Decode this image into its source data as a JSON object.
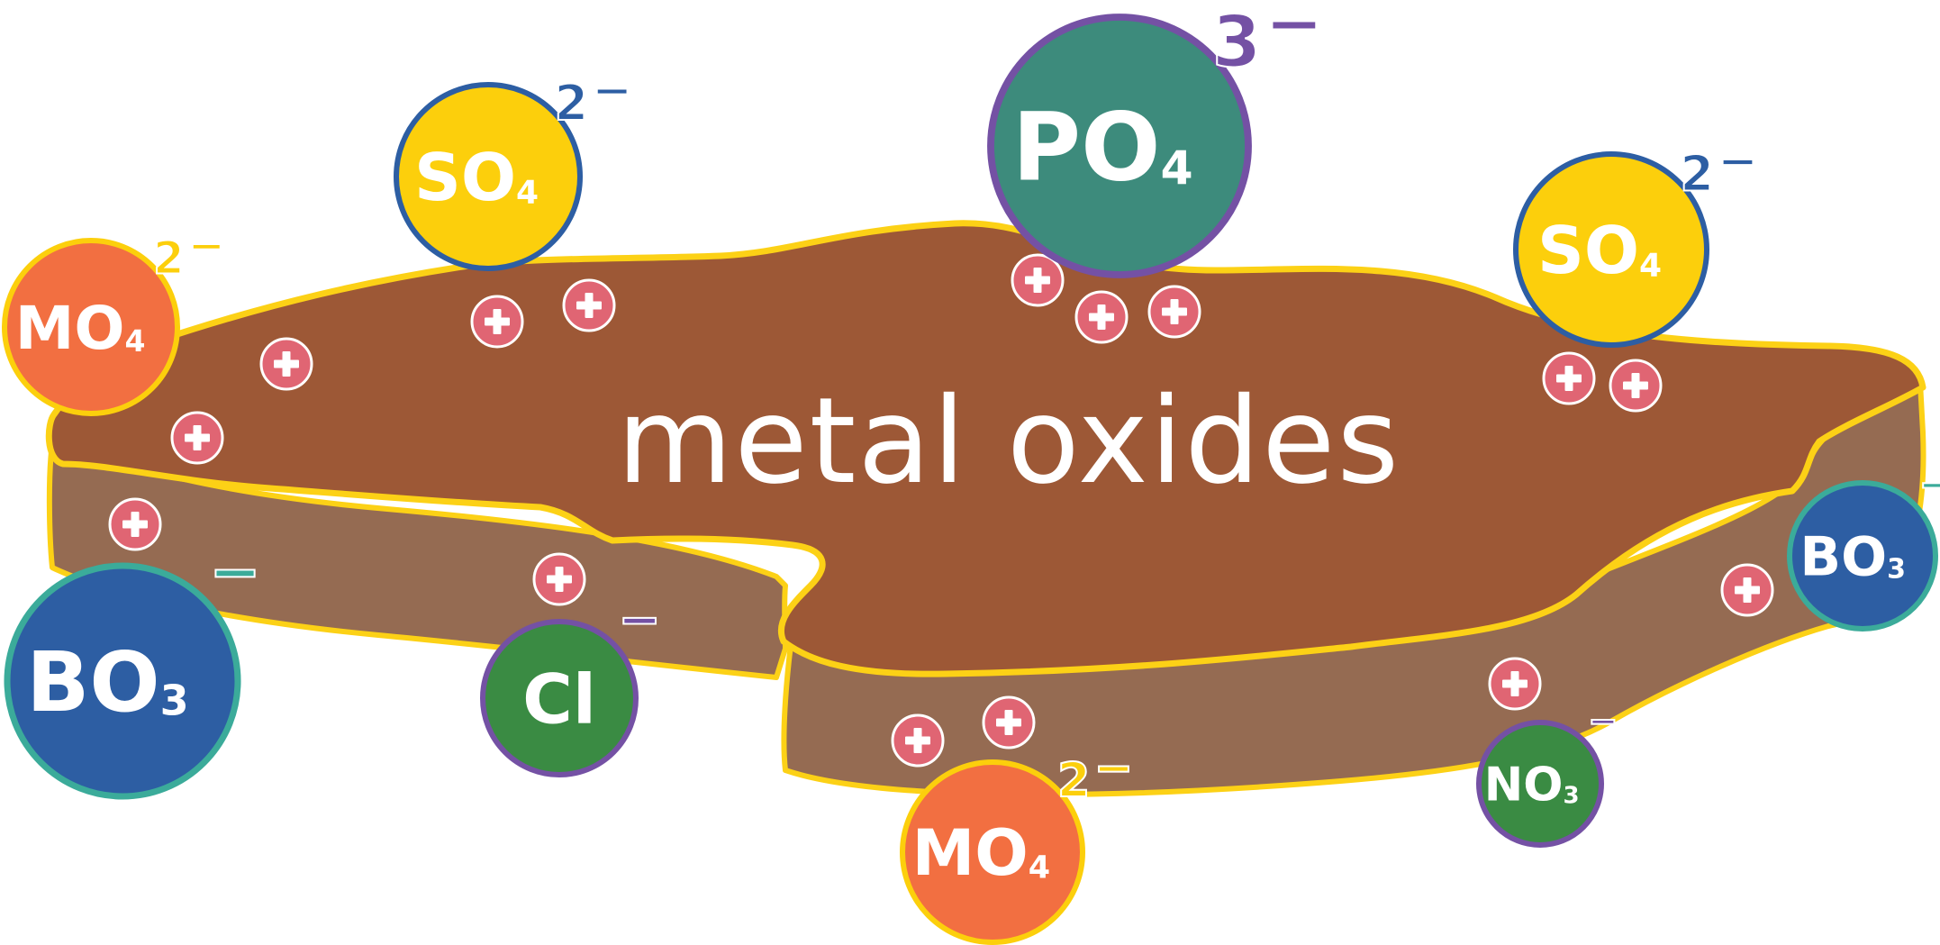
{
  "title": "metal oxides",
  "colors": {
    "slab_top": "#9d5836",
    "slab_side": "#956b52",
    "slab_outline": "#fcd116",
    "plus_fill": "#e06573",
    "white": "#ffffff"
  },
  "plus_sign": "+",
  "ions": [
    {
      "id": "so4-top-left",
      "base": "SO",
      "sub": "4",
      "sup_num": "2",
      "sup_sign": "−",
      "fill": "#fccf0c",
      "ring": "#2d5ea3",
      "num_color": "#2d5ea3",
      "sign_color": "#2d5ea3"
    },
    {
      "id": "mo4-left",
      "base": "MO",
      "sub": "4",
      "sup_num": "2",
      "sup_sign": "−",
      "fill": "#f26f41",
      "ring": "#fccf0c",
      "num_color": "#fccf0c",
      "sign_color": "#fccf0c"
    },
    {
      "id": "po4-top",
      "base": "PO",
      "sub": "4",
      "sup_num": "3",
      "sup_sign": "−",
      "fill": "#3d8b7c",
      "ring": "#7451a4",
      "num_color": "#7451a4",
      "sign_color": "#7451a4"
    },
    {
      "id": "so4-top-right",
      "base": "SO",
      "sub": "4",
      "sup_num": "2",
      "sup_sign": "−",
      "fill": "#fccf0c",
      "ring": "#2d5ea3",
      "num_color": "#2d5ea3",
      "sign_color": "#2d5ea3"
    },
    {
      "id": "bo3-bottom-left",
      "base": "BO",
      "sub": "3",
      "sup_num": "",
      "sup_sign": "−",
      "fill": "#2d5ea3",
      "ring": "#3bab9a",
      "num_color": "#3bab9a",
      "sign_color": "#3bab9a"
    },
    {
      "id": "cl-bottom",
      "base": "Cl",
      "sub": "",
      "sup_num": "",
      "sup_sign": "−",
      "fill": "#3a8b43",
      "ring": "#7451a4",
      "num_color": "#7451a4",
      "sign_color": "#7451a4"
    },
    {
      "id": "mo4-bottom",
      "base": "MO",
      "sub": "4",
      "sup_num": "2",
      "sup_sign": "−",
      "fill": "#f26f41",
      "ring": "#fccf0c",
      "num_color": "#fccf0c",
      "sign_color": "#fccf0c"
    },
    {
      "id": "no3-bottom-right",
      "base": "NO",
      "sub": "3",
      "sup_num": "",
      "sup_sign": "−",
      "fill": "#3a8b43",
      "ring": "#7451a4",
      "num_color": "#7451a4",
      "sign_color": "#7451a4"
    },
    {
      "id": "bo3-right",
      "base": "BO",
      "sub": "3",
      "sup_num": "",
      "sup_sign": "−",
      "fill": "#2d5ea3",
      "ring": "#3bab9a",
      "num_color": "#3bab9a",
      "sign_color": "#3bab9a"
    }
  ]
}
